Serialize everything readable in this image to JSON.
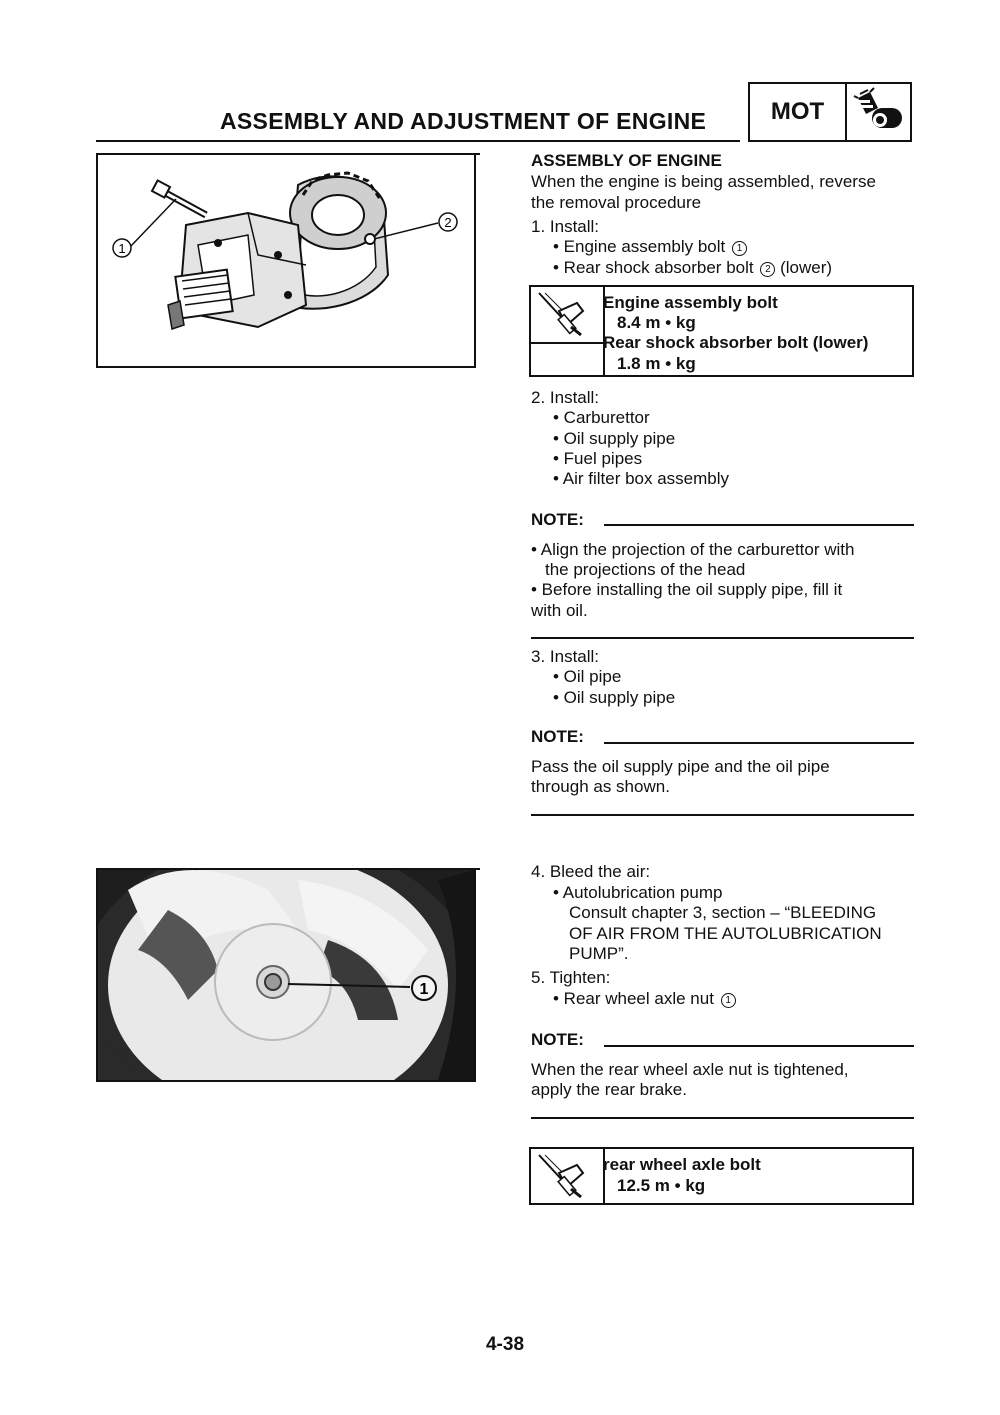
{
  "header": {
    "title": "ASSEMBLY AND ADJUSTMENT OF ENGINE",
    "section_code": "MOT",
    "section_icon": "engine-icon"
  },
  "figure1": {
    "callouts": [
      "1",
      "2"
    ]
  },
  "figure2": {
    "callouts": [
      "1"
    ]
  },
  "intro": {
    "heading": "ASSEMBLY OF ENGINE",
    "line1": "When the engine is being assembled, reverse",
    "line2": "the removal procedure"
  },
  "step1": {
    "title": "1. Install:",
    "item1_text": "• Engine assembly bolt",
    "item1_ref": "1",
    "item2_text": "• Rear shock absorber bolt",
    "item2_ref": "2",
    "item2_suffix": "(lower)"
  },
  "torque1": {
    "icon": "torque-wrench-icon",
    "label1": "Engine assembly bolt",
    "value1": "8.4 m • kg",
    "label2": "Rear shock absorber bolt (lower)",
    "value2": "1.8 m • kg"
  },
  "step2": {
    "title": "2. Install:",
    "items": [
      "• Carburettor",
      "• Oil supply pipe",
      "• Fuel pipes",
      "• Air filter box assembly"
    ]
  },
  "note1": {
    "label": "NOTE:",
    "line1": "• Align the projection of the carburettor with",
    "line2": "the projections of the head",
    "line3": "• Before installing the oil supply pipe, fill it",
    "line4": "with oil."
  },
  "step3": {
    "title": "3. Install:",
    "items": [
      "• Oil pipe",
      "• Oil supply pipe"
    ]
  },
  "note2": {
    "label": "NOTE:",
    "line1": "Pass the oil supply pipe and the oil pipe",
    "line2": "through as shown."
  },
  "step4": {
    "title": "4. Bleed the air:",
    "item1": "• Autolubrication pump",
    "line1": "Consult chapter 3, section – “BLEEDING",
    "line2": "OF AIR FROM THE AUTOLUBRICATION",
    "line3": "PUMP”."
  },
  "step5": {
    "title": "5. Tighten:",
    "item1_text": "• Rear wheel axle nut",
    "item1_ref": "1"
  },
  "note3": {
    "label": "NOTE:",
    "line1": "When the rear wheel axle nut is tightened,",
    "line2": "apply the rear brake."
  },
  "torque2": {
    "icon": "torque-wrench-icon",
    "label1": "rear wheel axle bolt",
    "value1": "12.5 m • kg"
  },
  "footer": {
    "page_number": "4-38"
  }
}
